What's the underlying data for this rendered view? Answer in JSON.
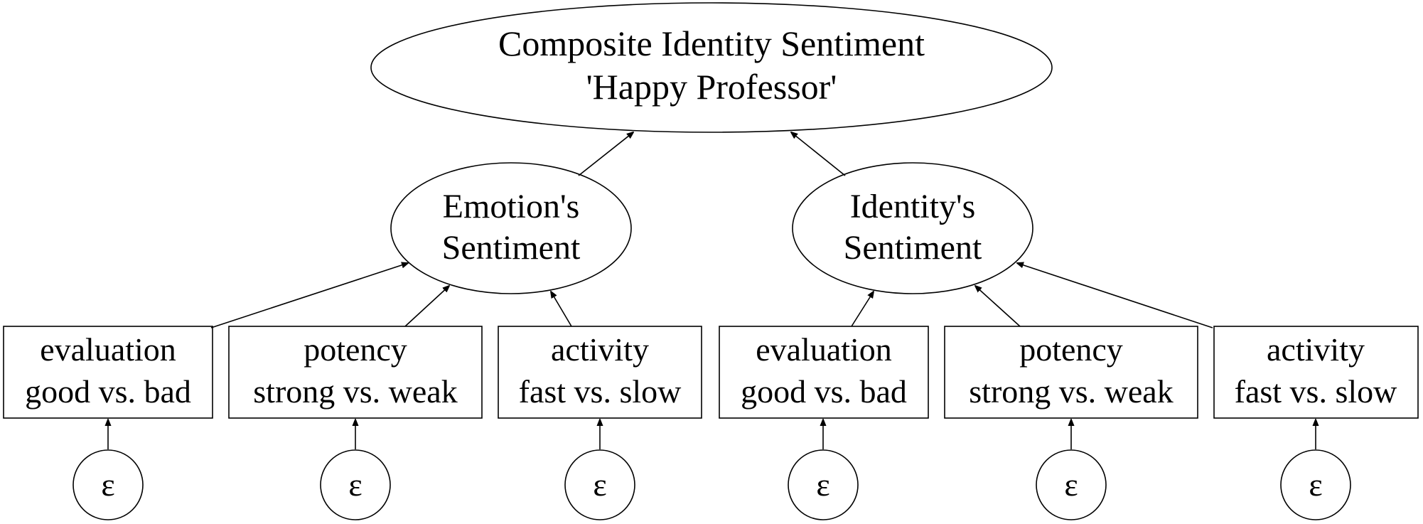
{
  "top": {
    "line1": "Composite Identity Sentiment",
    "line2": "'Happy Professor'"
  },
  "left_latent": {
    "line1": "Emotion's",
    "line2": "Sentiment"
  },
  "right_latent": {
    "line1": "Identity's",
    "line2": "Sentiment"
  },
  "indicators": [
    {
      "line1": "evaluation",
      "line2": "good vs. bad"
    },
    {
      "line1": "potency",
      "line2": "strong vs. weak"
    },
    {
      "line1": "activity",
      "line2": "fast vs. slow"
    },
    {
      "line1": "evaluation",
      "line2": "good vs. bad"
    },
    {
      "line1": "potency",
      "line2": "strong vs. weak"
    },
    {
      "line1": "activity",
      "line2": "fast vs. slow"
    }
  ],
  "error_symbol": "ε"
}
